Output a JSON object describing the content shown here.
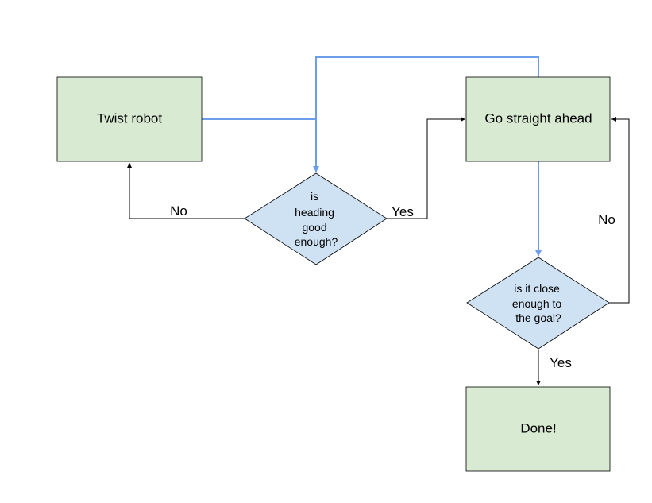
{
  "colors": {
    "process_fill": "#d9ead3",
    "decision_fill": "#cfe2f3",
    "primary_flow": "#6d9eeb",
    "secondary_flow": "#000000"
  },
  "nodes": {
    "twist_robot": {
      "label": "Twist robot"
    },
    "heading_check": {
      "lines": [
        "is",
        "heading",
        "good",
        "enough?"
      ]
    },
    "go_straight": {
      "label": "Go straight ahead"
    },
    "goal_check": {
      "lines": [
        "is it close",
        "enough to",
        "the goal?"
      ]
    },
    "done": {
      "label": "Done!"
    }
  },
  "edges": {
    "heading_no": "No",
    "heading_yes": "Yes",
    "goal_no": "No",
    "goal_yes": "Yes"
  }
}
